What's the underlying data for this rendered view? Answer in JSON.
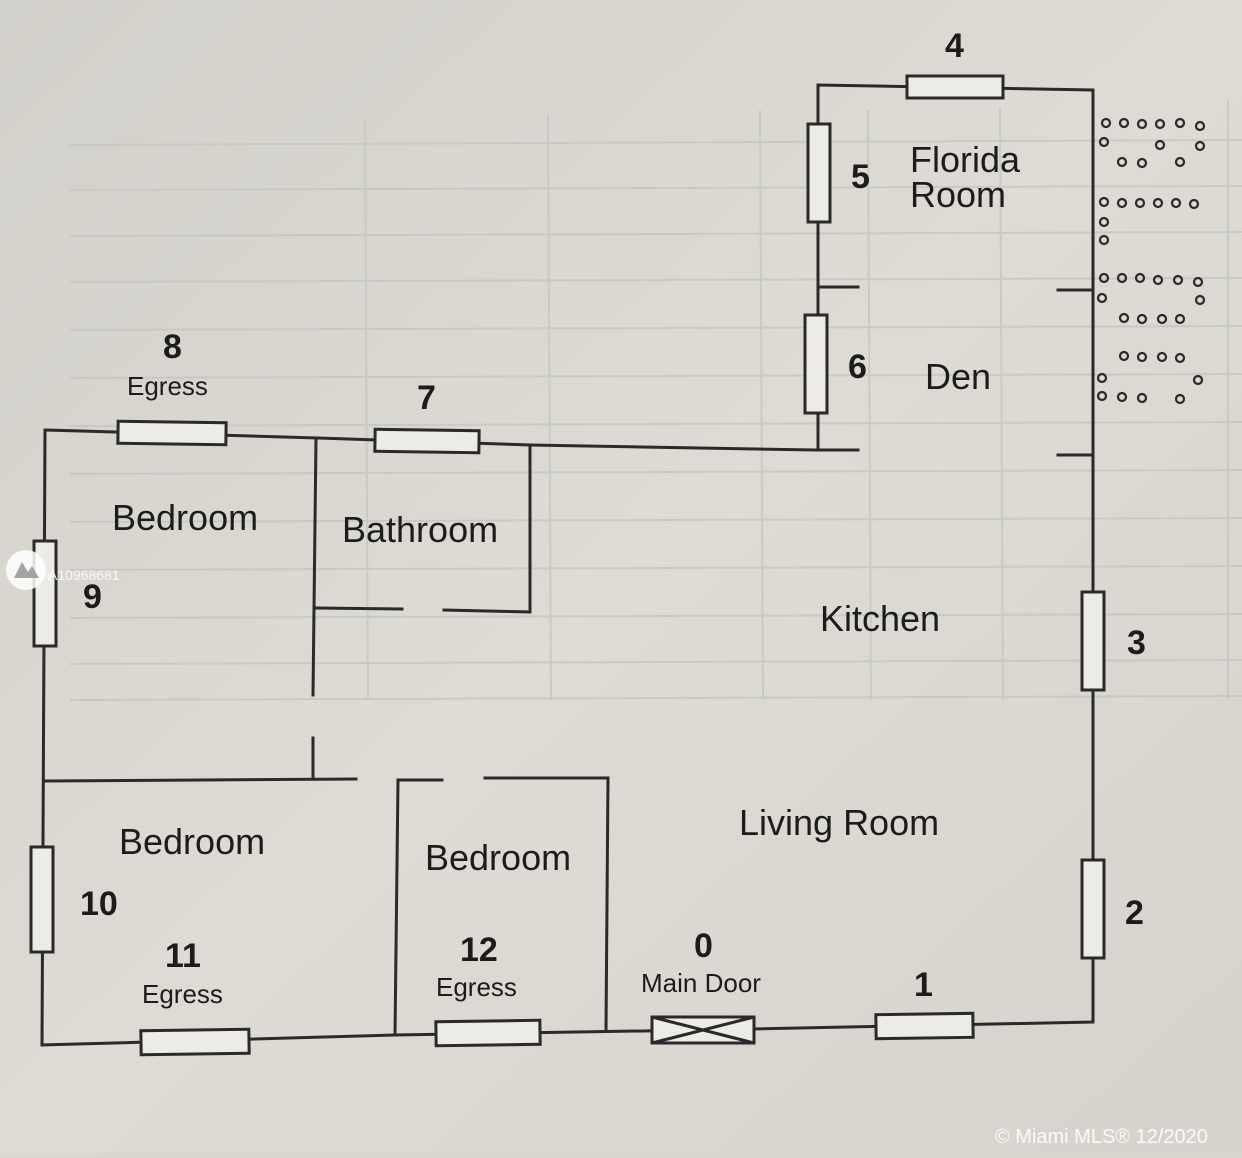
{
  "rooms": {
    "florida_room_line1": "Florida",
    "florida_room_line2": "Room",
    "den": "Den",
    "bedroom_nw": "Bedroom",
    "bathroom": "Bathroom",
    "kitchen": "Kitchen",
    "living_room": "Living Room",
    "bedroom_sw": "Bedroom",
    "bedroom_s": "Bedroom"
  },
  "openings": {
    "w0": "0",
    "w0_note": "Main Door",
    "w1": "1",
    "w2": "2",
    "w3": "3",
    "w4": "4",
    "w5": "5",
    "w6": "6",
    "w7": "7",
    "w8": "8",
    "w8_note": "Egress",
    "w9": "9",
    "w10": "10",
    "w11": "11",
    "w11_note": "Egress",
    "w12": "12",
    "w12_note": "Egress"
  },
  "watermark": {
    "listing_id": "A10968681",
    "copyright": "© Miami MLS® 12/2020"
  },
  "colors": {
    "paper": "#d9d6cf",
    "ink": "#2a2a2a",
    "grid": "#c6cbc5"
  }
}
